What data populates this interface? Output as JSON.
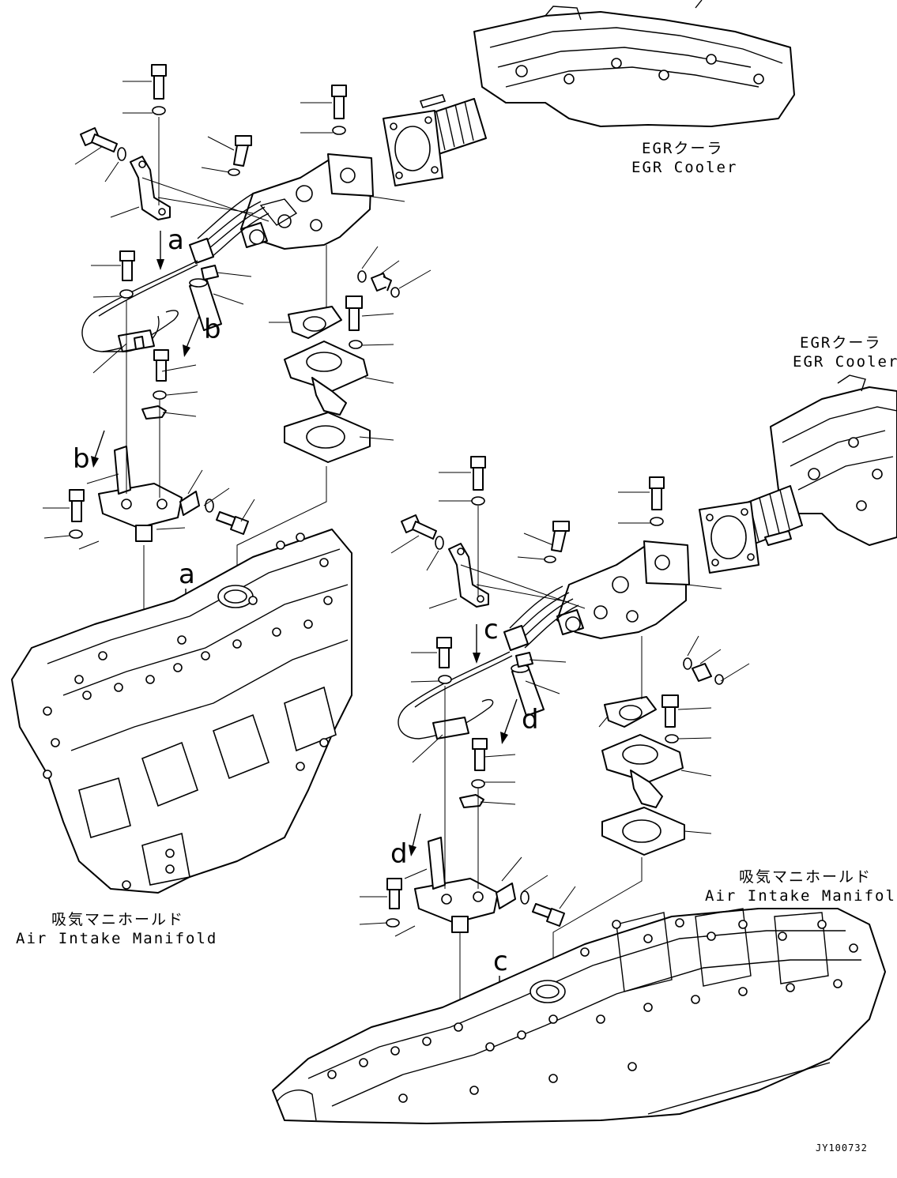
{
  "diagram": {
    "labels": {
      "egr_cooler_jp": "EGRクーラ",
      "egr_cooler_en": "EGR Cooler",
      "manifold_jp": "吸気マニホールド",
      "manifold_en": "Air Intake Manifold",
      "letter_a": "a",
      "letter_b": "b",
      "letter_c": "c",
      "letter_d": "d"
    },
    "drawing_code": "JY100732"
  }
}
